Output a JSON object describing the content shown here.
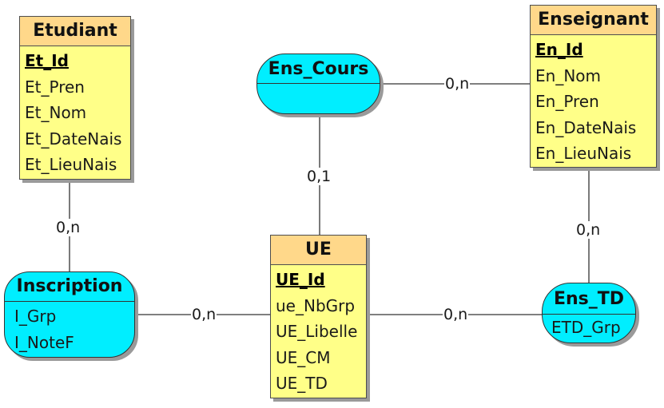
{
  "entities": {
    "etudiant": {
      "name": "Etudiant",
      "key": "Et_Id",
      "attributes": [
        "Et_Pren",
        "Et_Nom",
        "Et_DateNais",
        "Et_LieuNais"
      ]
    },
    "enseignant": {
      "name": "Enseignant",
      "key": "En_Id",
      "attributes": [
        "En_Nom",
        "En_Pren",
        "En_DateNais",
        "En_LieuNais"
      ]
    },
    "ue": {
      "name": "UE",
      "key": "UE_Id",
      "attributes": [
        "ue_NbGrp",
        "UE_Libelle",
        "UE_CM",
        "UE_TD"
      ]
    }
  },
  "associations": {
    "ens_cours": {
      "name": "Ens_Cours",
      "attributes": []
    },
    "inscription": {
      "name": "Inscription",
      "attributes": [
        "I_Grp",
        "I_NoteF"
      ]
    },
    "ens_td": {
      "name": "Ens_TD",
      "attributes": [
        "ETD_Grp"
      ]
    }
  },
  "cardinalities": {
    "ens_cours_enseignant": "0,n",
    "ens_cours_ue": "0,1",
    "etudiant_inscription": "0,n",
    "inscription_ue": "0,n",
    "ue_ens_td": "0,n",
    "enseignant_ens_td": "0,n"
  },
  "colors": {
    "entity_body": "#ffff88",
    "entity_header": "#ffd88a",
    "association": "#00eeff",
    "border": "#4d4d4d",
    "shadow": "#9a9a9a",
    "link": "#333333"
  }
}
